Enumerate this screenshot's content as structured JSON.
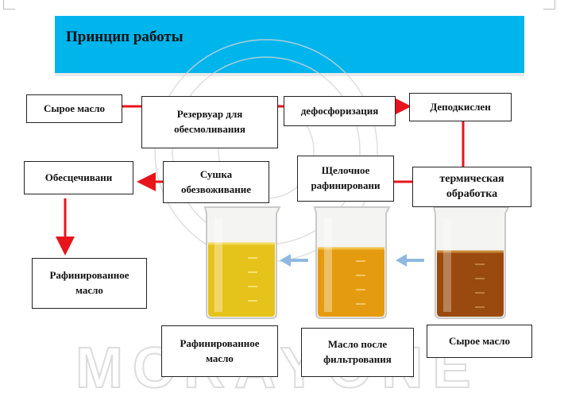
{
  "header": {
    "title": "Принцип работы"
  },
  "boxes": {
    "raw_oil": "Сырое масло",
    "degum_tank": "Резервуар для обесмоливания",
    "dephos": "дефосфоризация",
    "deacid": "Деподкислен",
    "thermal": "термическая обработка",
    "alkali": "Щелочное рафинировани",
    "drying": "Сушка обезвоживание",
    "bleach": "Обесцечивани",
    "refined_top": "Рафинированное масло",
    "refined_bottom": "Рафинированное масло",
    "filtered": "Масло после фильтрования",
    "raw_bottom": "Сырое масло"
  },
  "watermark": "MCRAYONE",
  "colors": {
    "header": "#00b4ec",
    "flow_arrow": "#e8141c",
    "beaker_arrow": "#8fb9e0",
    "beaker_refined": "#e6c31a",
    "beaker_filtered": "#e59b10",
    "beaker_raw": "#9a4a0e"
  }
}
